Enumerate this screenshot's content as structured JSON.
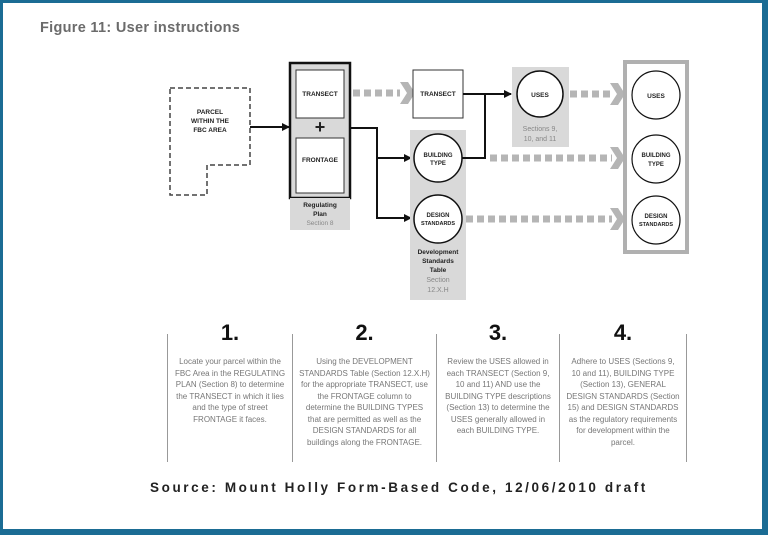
{
  "figure": {
    "title": "Figure 11:  User instructions",
    "border_color": "#1b6c94"
  },
  "diagram": {
    "parcel": [
      "PARCEL",
      "WITHIN THE",
      "FBC AREA"
    ],
    "regulating_plan": {
      "transect": "TRANSECT",
      "plus": "+",
      "frontage": "FRONTAGE",
      "label": [
        "Regulating",
        "Plan"
      ],
      "section": "Section 8"
    },
    "transect_box": "TRANSECT",
    "uses": {
      "label": "USES",
      "section": [
        "Sections 9,",
        "10, and 11"
      ]
    },
    "dev_standards": {
      "building_type": [
        "BUILDING",
        "TYPE"
      ],
      "design_standards": [
        "DESIGN",
        "STANDARDS"
      ],
      "label": [
        "Development",
        "Standards",
        "Table"
      ],
      "section": [
        "Section",
        "12.X.H"
      ]
    },
    "result": {
      "uses": "USES",
      "building_type": [
        "BUILDING",
        "TYPE"
      ],
      "design_standards": [
        "DESIGN",
        "STANDARDS"
      ]
    }
  },
  "steps": [
    {
      "number": "1.",
      "text": "Locate your parcel within the FBC Area in the REGULATING PLAN (Section 8) to determine the TRANSECT in which it lies and the type of street FRONTAGE it faces."
    },
    {
      "number": "2.",
      "text": "Using the DEVELOPMENT STANDARDS Table (Section 12.X.H) for the appropriate TRANSECT, use the FRONTAGE column to determine the BUILDING TYPES that are permitted as well as the DESIGN STANDARDS for all buildings along the FRONTAGE."
    },
    {
      "number": "3.",
      "text": "Review the USES allowed in each TRANSECT (Section 9, 10 and 11) AND use the BUILDING TYPE descriptions (Section 13) to determine the USES generally allowed in each BUILDING TYPE."
    },
    {
      "number": "4.",
      "text": "Adhere to USES (Sections 9, 10 and 11), BUILDING TYPE (Section 13), GENERAL DESIGN STANDARDS (Section 15) and DESIGN STANDARDS as the regulatory requirements for development within the parcel."
    }
  ],
  "source": "Source: Mount Holly Form-Based Code, 12/06/2010 draft"
}
